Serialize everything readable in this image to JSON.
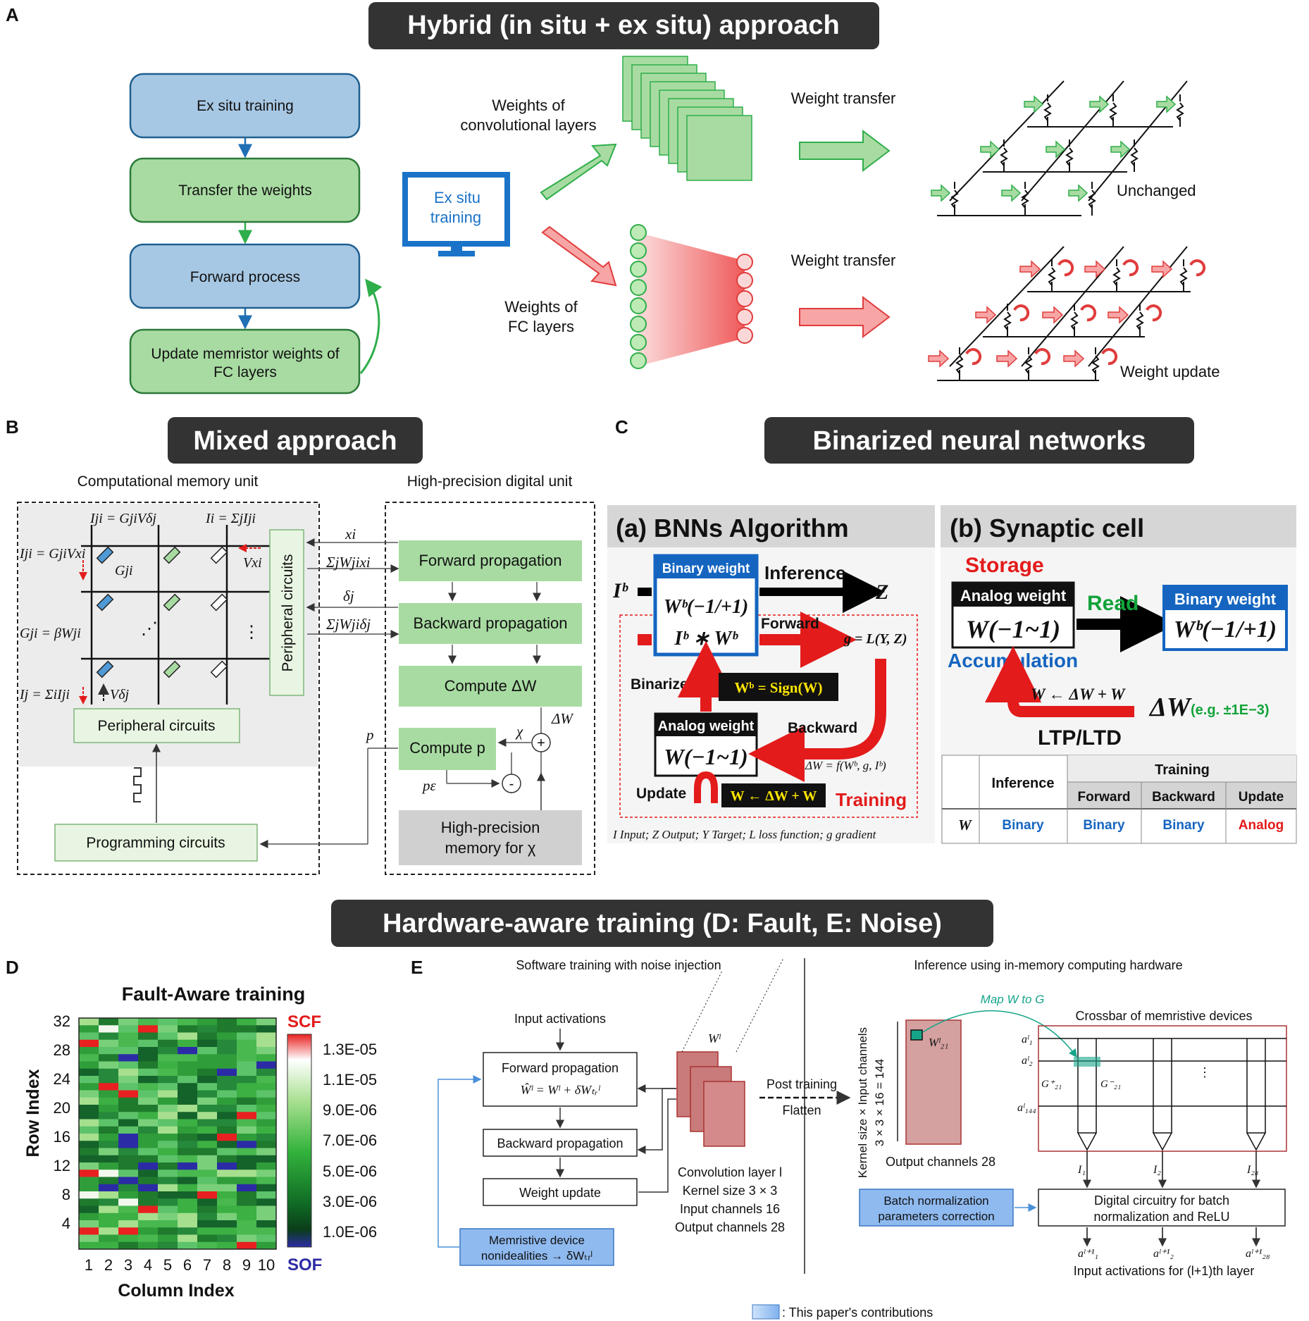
{
  "panel_labels": {
    "a": "A",
    "b": "B",
    "c": "C",
    "d": "D",
    "e": "E"
  },
  "titles": {
    "a": "Hybrid (in situ + ex situ) approach",
    "b": "Mixed approach",
    "c": "Binarized neural networks",
    "de": "Hardware-aware training (D: Fault, E: Noise)"
  },
  "panel_a": {
    "flow": [
      "Ex situ training",
      "Transfer the weights",
      "Forward process",
      "Update memristor weights of",
      "FC layers"
    ],
    "monitor": [
      "Ex situ",
      "training"
    ],
    "conv_label": [
      "Weights of",
      "convolutional layers"
    ],
    "fc_label": [
      "Weights of",
      "FC layers"
    ],
    "transfer_top": "Weight transfer",
    "transfer_bottom": "Weight transfer",
    "unchanged": "Unchanged",
    "weight_update": "Weight update",
    "colors": {
      "blue_box": "#a7c8e4",
      "green_box": "#a8dba2",
      "green": "#5cc36a",
      "red": "#f26b6b"
    }
  },
  "panel_b": {
    "cmu_label": "Computational memory unit",
    "hpd_label": "High-precision digital unit",
    "peripheral_v": "Peripheral circuits",
    "peripheral_h": "Peripheral circuits",
    "programming": "Programming circuits",
    "forward": "Forward propagation",
    "backward": "Backward propagation",
    "compute_dw": "Compute ΔW",
    "compute_p": "Compute p",
    "hp_memory": [
      "High-precision",
      "memory for χ"
    ],
    "eq": {
      "iji_top": "Iji = GjiVδj",
      "ii_top": "Ii = ΣjIji",
      "iji_left": "Iji = GjiVxi",
      "gji": "Gji",
      "vxi": "Vxi",
      "gji_beta": "Gji = βWji",
      "ij_left": "Ij = ΣiIji",
      "vdj": "Vδj",
      "xi": "xi",
      "sum_wx": "ΣjWjixi",
      "dj": "δj",
      "sum_wd": "ΣjWjiδj",
      "p": "p",
      "chi": "χ",
      "dw": "ΔW",
      "pe": "pε",
      "plus": "+",
      "minus": "-"
    }
  },
  "panel_c": {
    "algo_title": "(a) BNNs Algorithm",
    "cell_title": "(b) Synaptic cell",
    "binary_weight": "Binary weight",
    "wb_pm": "Wᵇ(−1/+1)",
    "ib_wb": "Iᵇ ∗ Wᵇ",
    "inference": "Inference",
    "ib": "Iᵇ",
    "z": "Z",
    "forward": "Forward",
    "g_eq": "g = L(Y, Z)",
    "binarize": "Binarize",
    "sign_eq": "Wᵇ = Sign(W)",
    "analog_weight": "Analog weight",
    "w_range": "W(−1~1)",
    "backward": "Backward",
    "dw_eq": "ΔW = f(Wᵇ, g, Iᵇ)",
    "update": "Update",
    "update_eq": "W ← ΔW + W",
    "training": "Training",
    "legend": "I Input; Z Output; Y Target; L loss function; g gradient",
    "storage": "Storage",
    "read": "Read",
    "accumulation": "Accumulation",
    "acc_eq": "W ← ΔW + W",
    "dw_big": "ΔW",
    "dw_eg": "(e.g. ±1E−3)",
    "ltp": "LTP/LTD",
    "table": {
      "inference": "Inference",
      "training": "Training",
      "forward": "Forward",
      "backward": "Backward",
      "update": "Update",
      "row": "W",
      "values": [
        "Binary",
        "Binary",
        "Binary",
        "Analog"
      ]
    },
    "colors": {
      "blue": "#1565c0",
      "red": "#e31b1b",
      "green": "#12a33a",
      "yellow": "#ffe600"
    }
  },
  "panel_d": {
    "title": "Fault-Aware training",
    "ylabel": "Row Index",
    "xlabel": "Column Index",
    "yticks": [
      "32",
      "28",
      "24",
      "20",
      "16",
      "12",
      "8",
      "4"
    ],
    "xticks": [
      "1",
      "2",
      "3",
      "4",
      "5",
      "6",
      "7",
      "8",
      "9",
      "10"
    ],
    "scf": "SCF",
    "sof": "SOF",
    "cbar": [
      "1.3E-05",
      "1.1E-05",
      "9.0E-06",
      "7.0E-06",
      "5.0E-06",
      "3.0E-06",
      "1.0E-06"
    ]
  },
  "panel_e": {
    "sw_title": "Software training with noise injection",
    "hw_title": "Inference using in-memory computing hardware",
    "input_act": "Input activations",
    "fwd": "Forward propagation",
    "fwd_eq": "Ŵˡ = Wˡ + δWₜᵣˡ",
    "bwd": "Backward propagation",
    "wupd": "Weight update",
    "nonideal": [
      "Memristive device",
      "nonidealities → δWₜᵣˡ"
    ],
    "wl": "Wˡ",
    "conv_info": [
      "Convolution layer l",
      "Kernel size 3 × 3",
      "Input channels 16",
      "Output channels 28"
    ],
    "post": "Post training",
    "flatten": "Flatten",
    "ylabel": "Kernel size × Input channels",
    "ydims": "3 × 3 × 16 = 144",
    "w21": "Wˡ₂₁",
    "outch": "Output channels 28",
    "map": "Map W to G",
    "crossbar": "Crossbar of memristive devices",
    "a1": "aˡ₁",
    "a2": "aˡ₂",
    "a144": "aˡ₁₄₄",
    "gp": "G⁺₂₁",
    "gm": "G⁻₂₁",
    "i1": "I₁",
    "i2": "I₂",
    "i28": "I₂₈",
    "bn": [
      "Batch normalization",
      "parameters correction"
    ],
    "digital": [
      "Digital circuitry for batch",
      "normalization and ReLU"
    ],
    "o1": "aˡ⁺¹₁",
    "o2": "aˡ⁺¹₂",
    "o28": "aˡ⁺¹₂₈",
    "next": "Input activations for (l+1)th layer",
    "contrib": ": This paper's contributions"
  }
}
